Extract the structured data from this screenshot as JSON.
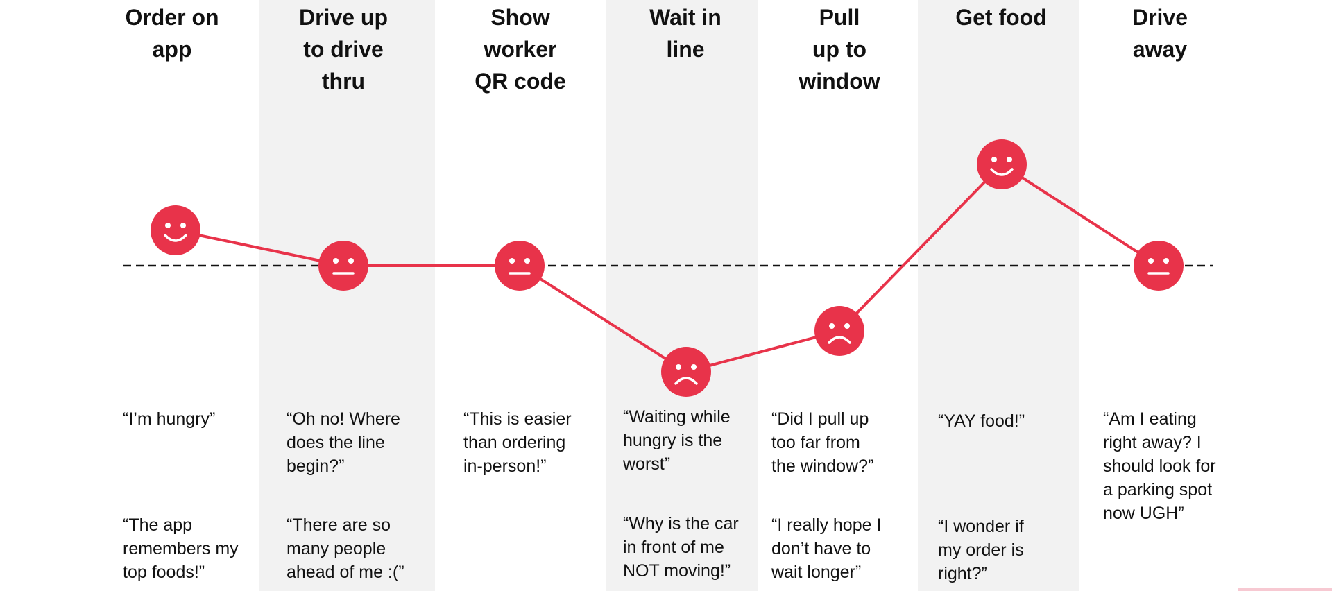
{
  "stages": [
    {
      "title": "Order on\napp",
      "emotion": "happy",
      "quotes": [
        "“I’m hungry”",
        "“The app\nremembers my\ntop foods!”"
      ]
    },
    {
      "title": "Drive up\nto drive\nthru",
      "emotion": "neutral",
      "quotes": [
        "“Oh no! Where\ndoes the line\nbegin?”",
        "“There are so\nmany people\nahead of me :(”"
      ]
    },
    {
      "title": "Show\nworker\nQR code",
      "emotion": "neutral",
      "quotes": [
        "“This is easier\nthan ordering\nin-person!”"
      ]
    },
    {
      "title": "Wait in\nline",
      "emotion": "sad",
      "quotes": [
        "“Waiting while\nhungry is the\nworst”",
        "“Why is the car\nin front of me\nNOT moving!”"
      ]
    },
    {
      "title": "Pull\nup to\nwindow",
      "emotion": "sad",
      "quotes": [
        "“Did I pull up\ntoo far from\nthe window?”",
        "“I really hope I\ndon’t have to\nwait longer”"
      ]
    },
    {
      "title": "Get food",
      "emotion": "happy",
      "quotes": [
        "“YAY food!”",
        "“I wonder if\nmy order is\nright?”"
      ]
    },
    {
      "title": "Drive\naway",
      "emotion": "neutral",
      "quotes": [
        "“Am I eating\nright away? I\nshould look for\na parking spot\nnow UGH”"
      ]
    }
  ],
  "colors": {
    "accent": "#e8334a",
    "band": "#f2f2f2",
    "text": "#111111",
    "baseline": "#111111"
  }
}
